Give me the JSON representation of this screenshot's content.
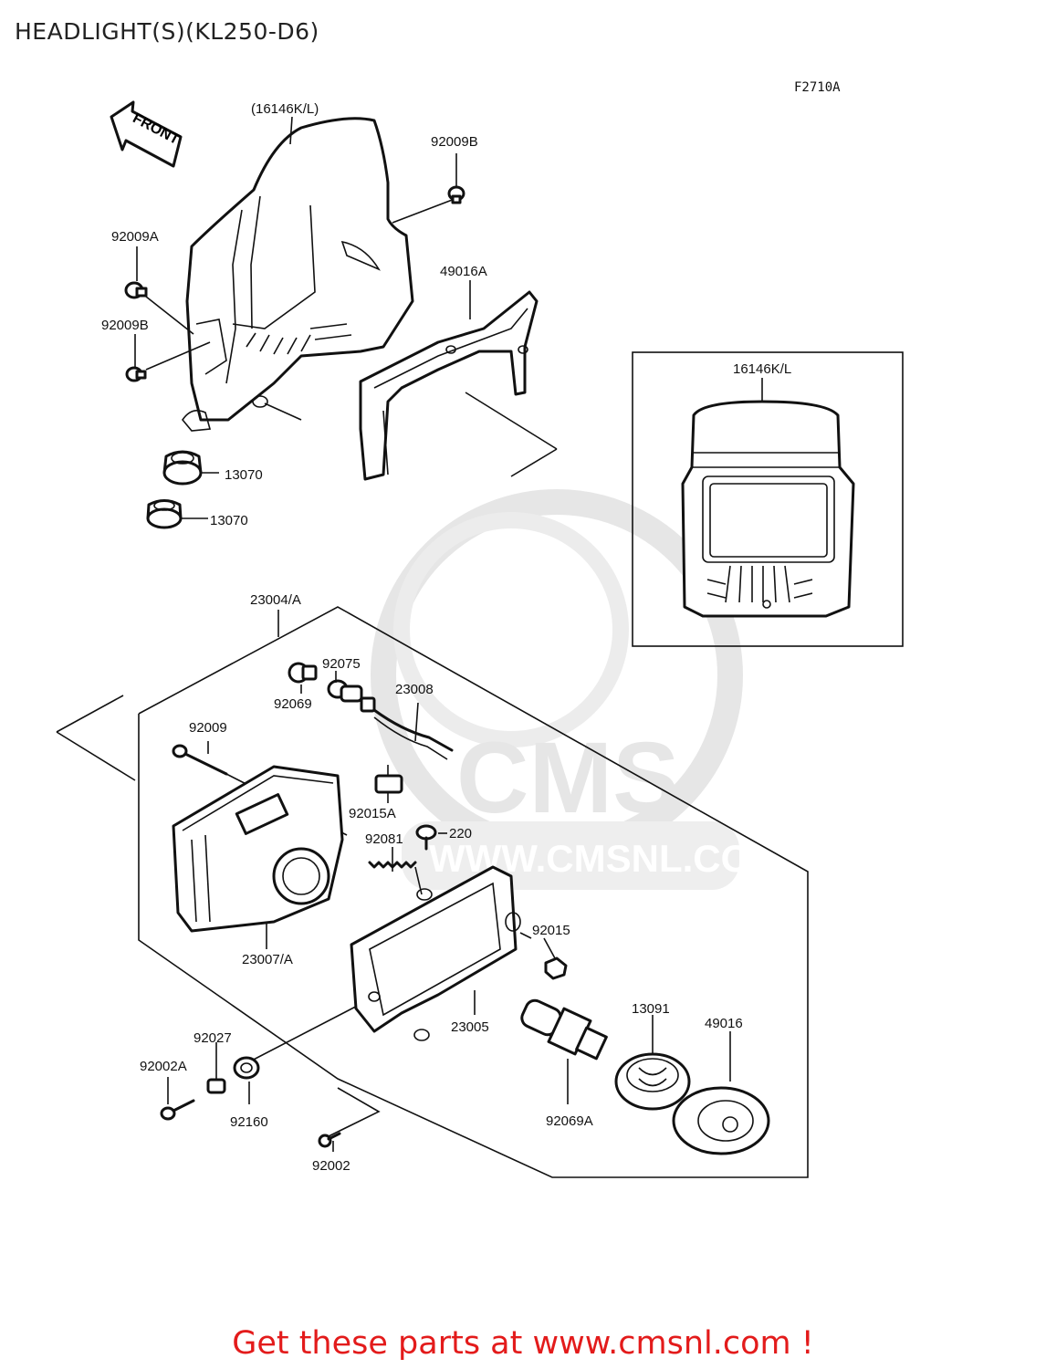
{
  "header": {
    "title": "HEADLIGHT(S)(KL250-D6)",
    "figure_code": "F2710A"
  },
  "diagram": {
    "direction_arrow": "FRONT",
    "watermark": {
      "logo": "CMS",
      "url": "WWW.CMSNL.COM"
    },
    "inset": {
      "label": "16146K/L"
    },
    "parts": {
      "p16146kl": "(16146K/L)",
      "p92009b_top": "92009B",
      "p92009a": "92009A",
      "p92009b_left": "92009B",
      "p49016a": "49016A",
      "p13070_a": "13070",
      "p13070_b": "13070",
      "p23004a": "23004/A",
      "p92075": "92075",
      "p92069": "92069",
      "p23008": "23008",
      "p92009": "92009",
      "p92015a": "92015A",
      "p92081": "92081",
      "p220": "220",
      "p92015": "92015",
      "p23007a": "23007/A",
      "p23005": "23005",
      "p13091": "13091",
      "p49016": "49016",
      "p92027": "92027",
      "p92002a": "92002A",
      "p92160": "92160",
      "p92069a": "92069A",
      "p92002": "92002"
    }
  },
  "footer": {
    "cta": "Get these parts at www.cmsnl.com !"
  }
}
